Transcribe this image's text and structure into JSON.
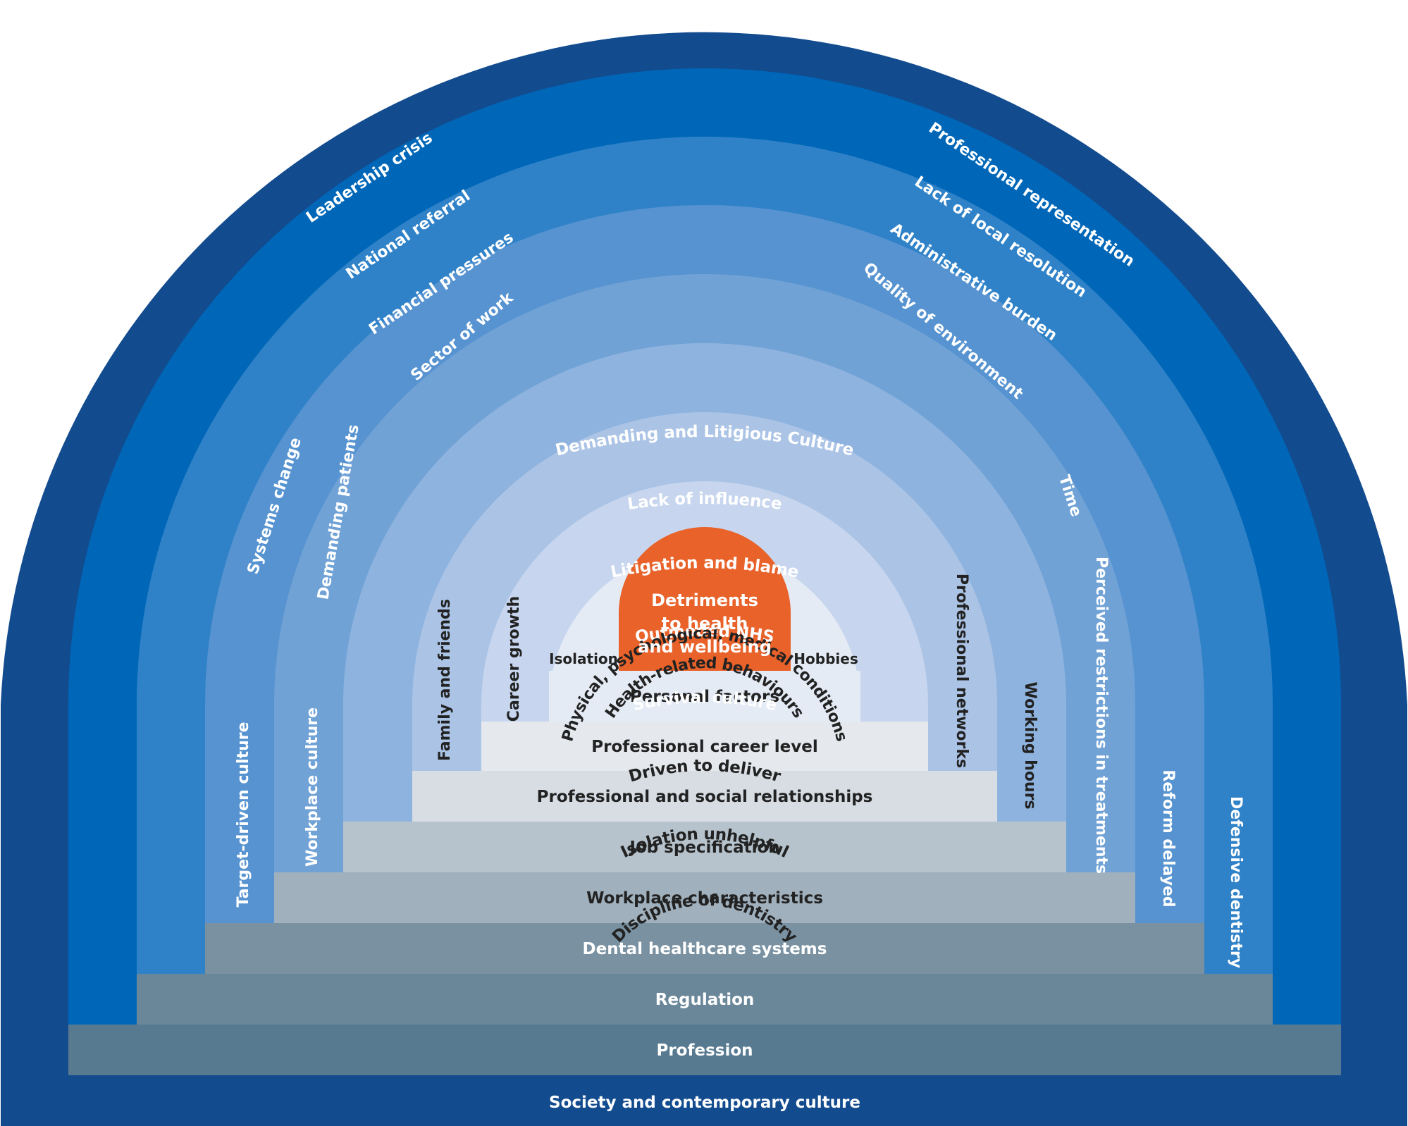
{
  "colors": {
    "background": "#ffffff",
    "core": "#E8622A",
    "core_text": "#ffffff",
    "rings": [
      "#124B8E",
      "#0067B8",
      "#2F82C8",
      "#5693D0",
      "#70A2D6",
      "#8EB3DE",
      "#ABC4E6",
      "#C7D6EE",
      "#E4EBF5"
    ],
    "bands": [
      "#577A91",
      "#6A879A",
      "#7991A1",
      "#A0B0BC",
      "#B6C3CC",
      "#D7DDE3",
      "#E5E9EE",
      "#E4EBF5"
    ]
  },
  "core": {
    "lines": [
      "Detriments",
      "to health",
      "and wellbeing"
    ]
  },
  "bands": [
    {
      "label": "Society and contemporary culture"
    },
    {
      "label": "Profession"
    },
    {
      "label": "Regulation"
    },
    {
      "label": "Dental healthcare systems"
    },
    {
      "label": "Workplace characteristics"
    },
    {
      "label": "Job specification"
    },
    {
      "label": "Professional and social relationships"
    },
    {
      "label": "Professional career level"
    },
    {
      "label": "Personal factors"
    }
  ],
  "arcs": [
    {
      "label": "Demanding and Litigious Culture"
    },
    {
      "label": "Lack of influence"
    },
    {
      "label": "Litigation and blame"
    },
    {
      "label": "Outmoded NHS"
    },
    {
      "label": "Survival culture"
    },
    {
      "label": "Driven to deliver"
    },
    {
      "label": "Isolation unhelpful"
    },
    {
      "label": "Discipline of dentistry"
    },
    {
      "label": "Physical, psychological, medical conditions"
    },
    {
      "label": "Health-related behaviours"
    }
  ],
  "arc_side_labels": [
    {
      "label": "Leadership crisis"
    },
    {
      "label": "Professional representation"
    },
    {
      "label": "National referral"
    },
    {
      "label": "Lack of local resolution"
    },
    {
      "label": "Financial pressures"
    },
    {
      "label": "Administrative burden"
    },
    {
      "label": "Sector of work"
    },
    {
      "label": "Quality of environment"
    }
  ],
  "vertical_labels": [
    {
      "label": "Systems change"
    },
    {
      "label": "Target-driven culture"
    },
    {
      "label": "Demanding patients"
    },
    {
      "label": "Workplace culture"
    },
    {
      "label": "Family and friends"
    },
    {
      "label": "Career growth"
    },
    {
      "label": "Time"
    },
    {
      "label": "Perceived restrictions in treatments"
    },
    {
      "label": "Reform delayed"
    },
    {
      "label": "Defensive dentistry"
    },
    {
      "label": "Professional networks"
    },
    {
      "label": "Working hours"
    }
  ],
  "inner_labels": [
    {
      "label": "Isolation"
    },
    {
      "label": "Hobbies"
    }
  ]
}
